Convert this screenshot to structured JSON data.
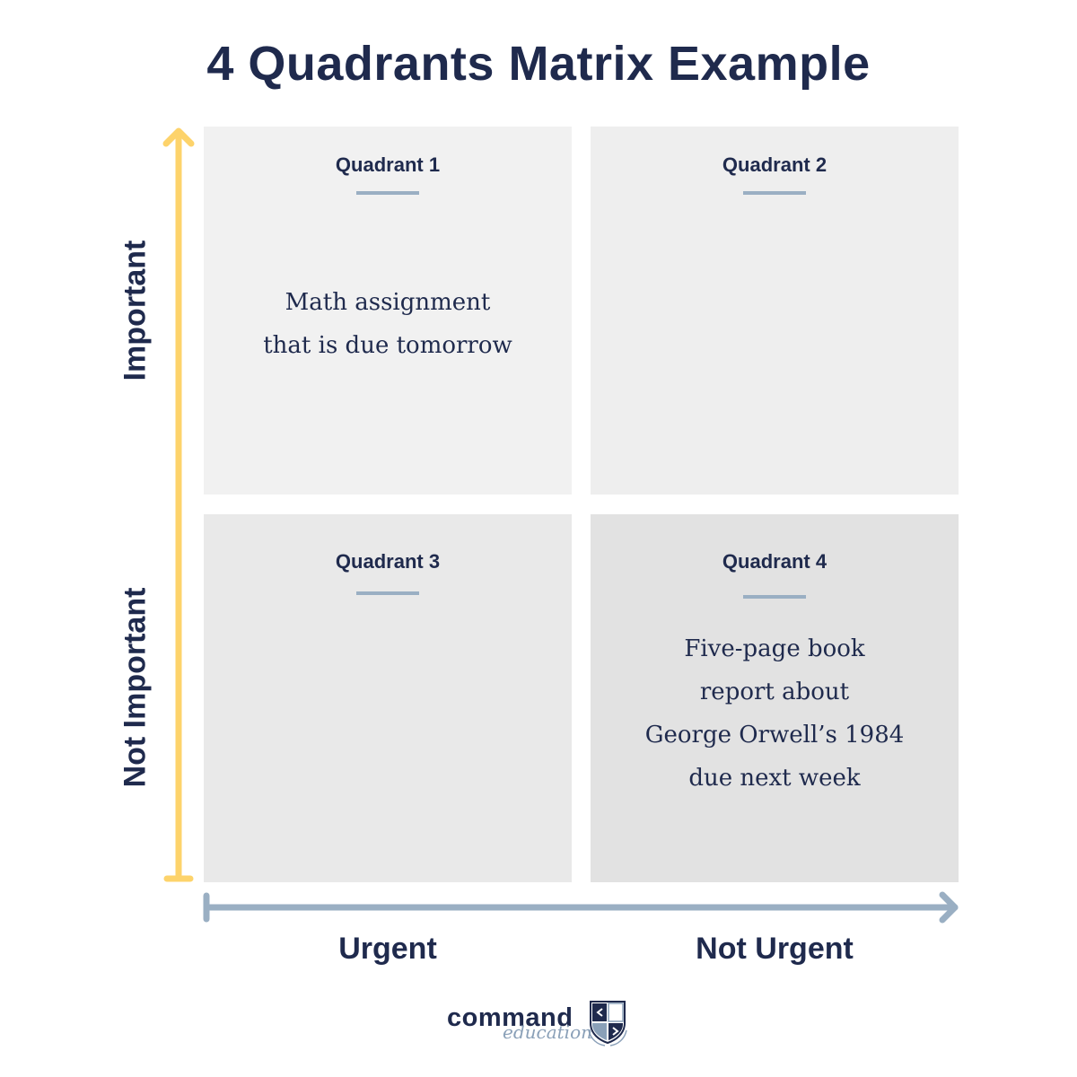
{
  "title": "4 Quadrants Matrix Example",
  "axes": {
    "y_top": "Important",
    "y_bottom": "Not Important",
    "x_left": "Urgent",
    "x_right": "Not Urgent"
  },
  "quadrants": [
    {
      "label": "Quadrant 1",
      "text_lines": [
        "Math assignment",
        "that is due tomorrow"
      ]
    },
    {
      "label": "Quadrant 2",
      "text_lines": []
    },
    {
      "label": "Quadrant 3",
      "text_lines": []
    },
    {
      "label": "Quadrant 4",
      "text_lines": [
        "Five-page book",
        "report about",
        "George Orwell’s 1984",
        "due next week"
      ]
    }
  ],
  "logo": {
    "word": "command",
    "sub": "education"
  },
  "colors": {
    "navy": "#1f2a4d",
    "yellow_axis": "#fdd36b",
    "blue_grey_axis": "#9aafc3"
  },
  "icons": {
    "y_axis": "up-arrow",
    "x_axis": "right-arrow",
    "logo": "shield-crest-icon"
  }
}
